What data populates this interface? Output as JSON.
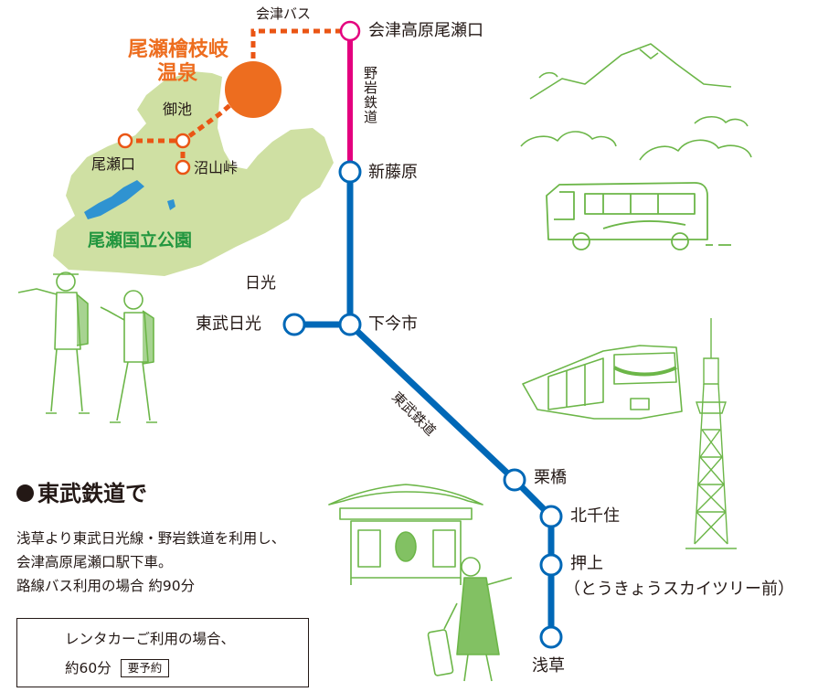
{
  "map": {
    "area": {
      "name": "尾瀬国立公園",
      "destination_line1": "尾瀬檜枝岐",
      "destination_line2": "温泉",
      "region_label": "日光"
    },
    "bus_label": "会津バス",
    "stations": {
      "aizu_kogen": "会津高原尾瀬口",
      "shin_fujiwara": "新藤原",
      "shimo_imaichi": "下今市",
      "tobu_nikko": "東武日光",
      "kurihashi": "栗橋",
      "kitasenju": "北千住",
      "oshiage": "押上",
      "oshiage_sub": "（とうきょうスカイツリー前）",
      "asakusa": "浅草"
    },
    "stops": {
      "mi_ike": "御池",
      "oze_guchi": "尾瀬口",
      "numayama_toge": "沼山峠"
    },
    "lines": {
      "yagan": "野岩鉄道",
      "tobu": "東武鉄道"
    },
    "colors": {
      "tobu_line": "#0068b7",
      "yagan_line": "#e4007f",
      "bus_route": "#ea5514",
      "destination": "#ed6d1f",
      "park_fill": "#cfe0a3",
      "park_text": "#22963f",
      "illustration": "#6cb648",
      "lake": "#2f93d1"
    },
    "illustrations": [
      "mountain",
      "hikers",
      "bus",
      "train",
      "tokyo-skytree",
      "kaminarimon-gate",
      "traveler-with-suitcase"
    ]
  },
  "info": {
    "title": "東武鉄道で",
    "body_lines": [
      "浅草より東武日光線・野岩鉄道を利用し、",
      "会津高原尾瀬口駅下車。",
      "路線バス利用の場合 約90分"
    ],
    "rental_line1": "レンタカーご利用の場合、",
    "rental_line2": "約60分",
    "rental_badge": "要予約"
  }
}
